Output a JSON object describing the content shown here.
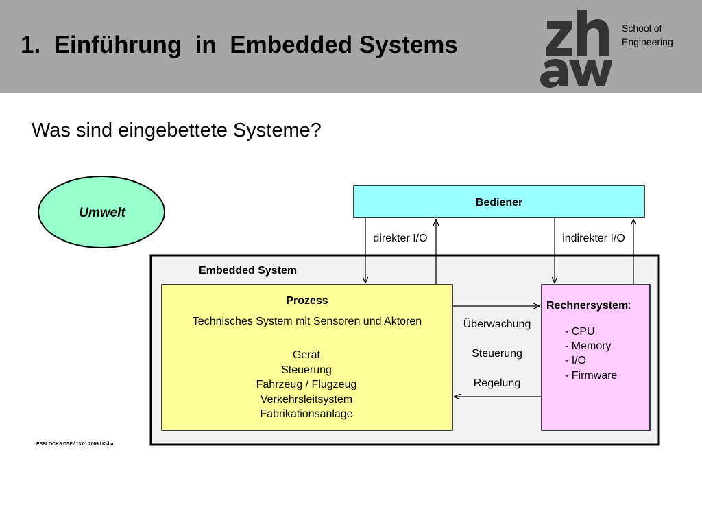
{
  "header": {
    "title": "1.  Einführung  in  Embedded Systems",
    "logo_wordmark": "zhaw",
    "logo_line1": "School of",
    "logo_line2": "Engineering"
  },
  "subtitle": "Was sind eingebettete Systeme?",
  "diagram": {
    "umwelt": "Umwelt",
    "bediener": "Bediener",
    "direct_io": "direkter I/O",
    "indirect_io": "indirekter I/O",
    "embedded_system": "Embedded System",
    "prozess": {
      "title": "Prozess",
      "subtitle": "Technisches System mit Sensoren und Aktoren",
      "items": [
        "Gerät",
        "Steuerung",
        "Fahrzeug / Flugzeug",
        "Verkehrsleitsystem",
        "Fabrikationsanlage"
      ]
    },
    "functions": [
      "Überwachung",
      "Steuerung",
      "Regelung"
    ],
    "rechnersystem": {
      "title": "Rechnersystem",
      "colon": ":",
      "items": [
        "- CPU",
        "- Memory",
        "- I/O",
        "- Firmware"
      ]
    }
  },
  "footer_note": "ESBLOCKS.DSF / 13.01.2009 / Ksha",
  "colors": {
    "header_bg": "#a6a6a6",
    "umwelt_fill": "#99ffcc",
    "bediener_fill": "#99ffff",
    "prozess_fill": "#ffff99",
    "rechner_fill": "#ffccff",
    "embedded_fill": "#f2f2f2"
  }
}
